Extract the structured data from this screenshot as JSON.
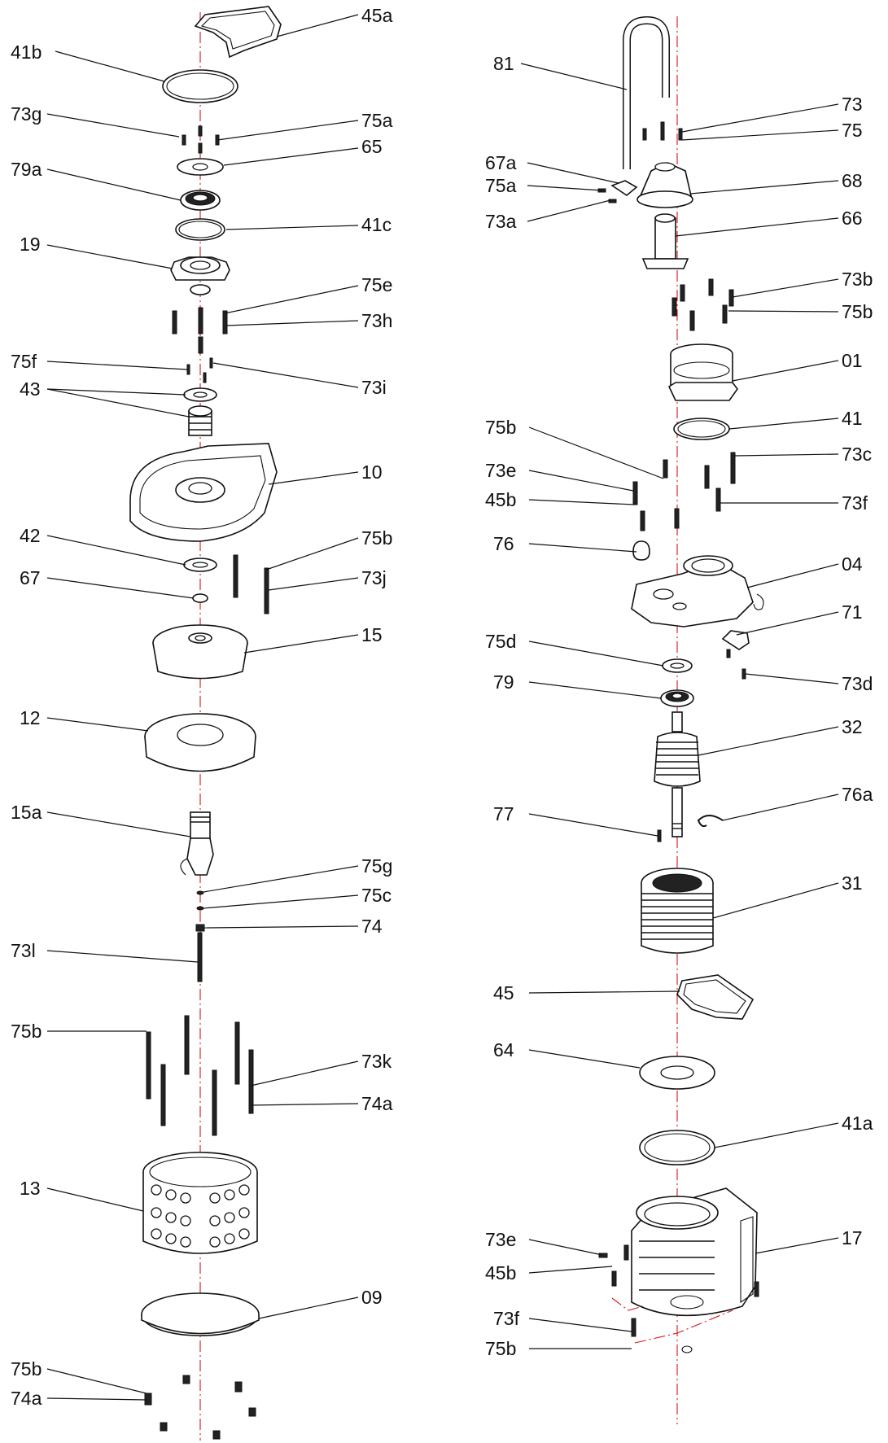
{
  "title": "",
  "left_callouts": [
    {
      "id": "45a",
      "side": "right"
    },
    {
      "id": "41b",
      "side": "left"
    },
    {
      "id": "73g",
      "side": "left"
    },
    {
      "id": "75a",
      "side": "right"
    },
    {
      "id": "65",
      "side": "right"
    },
    {
      "id": "79a",
      "side": "left"
    },
    {
      "id": "41c",
      "side": "right"
    },
    {
      "id": "19",
      "side": "left"
    },
    {
      "id": "75e",
      "side": "right"
    },
    {
      "id": "73h",
      "side": "right"
    },
    {
      "id": "75f",
      "side": "left"
    },
    {
      "id": "73i",
      "side": "right"
    },
    {
      "id": "43",
      "side": "left"
    },
    {
      "id": "10",
      "side": "right"
    },
    {
      "id": "42",
      "side": "left"
    },
    {
      "id": "75b",
      "side": "right"
    },
    {
      "id": "67",
      "side": "left"
    },
    {
      "id": "73j",
      "side": "right"
    },
    {
      "id": "15",
      "side": "right"
    },
    {
      "id": "12",
      "side": "left"
    },
    {
      "id": "15a",
      "side": "left"
    },
    {
      "id": "75g",
      "side": "right"
    },
    {
      "id": "75c",
      "side": "right"
    },
    {
      "id": "74",
      "side": "right"
    },
    {
      "id": "73l",
      "side": "left"
    },
    {
      "id": "75b",
      "side": "left"
    },
    {
      "id": "73k",
      "side": "right"
    },
    {
      "id": "74a",
      "side": "right"
    },
    {
      "id": "13",
      "side": "left"
    },
    {
      "id": "09",
      "side": "right"
    },
    {
      "id": "75b",
      "side": "left"
    },
    {
      "id": "74a",
      "side": "left"
    }
  ],
  "right_callouts": [
    {
      "id": "81",
      "side": "left"
    },
    {
      "id": "73",
      "side": "right"
    },
    {
      "id": "75",
      "side": "right"
    },
    {
      "id": "67a",
      "side": "left"
    },
    {
      "id": "68",
      "side": "right"
    },
    {
      "id": "75a",
      "side": "left"
    },
    {
      "id": "73a",
      "side": "left"
    },
    {
      "id": "66",
      "side": "right"
    },
    {
      "id": "73b",
      "side": "right"
    },
    {
      "id": "75b",
      "side": "right"
    },
    {
      "id": "01",
      "side": "right"
    },
    {
      "id": "41",
      "side": "right"
    },
    {
      "id": "75b",
      "side": "left"
    },
    {
      "id": "73c",
      "side": "right"
    },
    {
      "id": "73e",
      "side": "left"
    },
    {
      "id": "45b",
      "side": "left"
    },
    {
      "id": "73f",
      "side": "right"
    },
    {
      "id": "76",
      "side": "left"
    },
    {
      "id": "04",
      "side": "right"
    },
    {
      "id": "71",
      "side": "right"
    },
    {
      "id": "75d",
      "side": "left"
    },
    {
      "id": "73d",
      "side": "right"
    },
    {
      "id": "79",
      "side": "left"
    },
    {
      "id": "32",
      "side": "right"
    },
    {
      "id": "76a",
      "side": "right"
    },
    {
      "id": "77",
      "side": "left"
    },
    {
      "id": "31",
      "side": "right"
    },
    {
      "id": "45",
      "side": "left"
    },
    {
      "id": "64",
      "side": "left"
    },
    {
      "id": "41a",
      "side": "right"
    },
    {
      "id": "17",
      "side": "right"
    },
    {
      "id": "73e",
      "side": "left"
    },
    {
      "id": "45b",
      "side": "left"
    },
    {
      "id": "73f",
      "side": "left"
    },
    {
      "id": "75b",
      "side": "left"
    }
  ],
  "colors": {
    "axis": "#d01818",
    "ink": "#111111",
    "background": "#ffffff"
  }
}
